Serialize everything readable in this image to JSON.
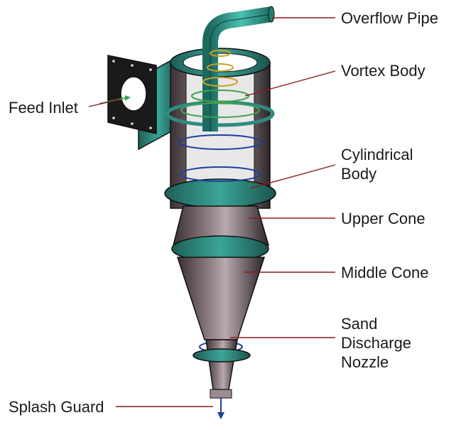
{
  "labels": {
    "overflow_pipe": "Overflow Pipe",
    "vortex_body": "Vortex Body",
    "feed_inlet": "Feed Inlet",
    "cylindrical_body": [
      "Cylindrical",
      "Body"
    ],
    "upper_cone": "Upper Cone",
    "middle_cone": "Middle Cone",
    "sand_discharge_nozzle": [
      "Sand",
      "Discharge",
      "Nozzle"
    ],
    "splash_guard": "Splash Guard"
  },
  "colors": {
    "leader": "#8b1a1a",
    "body_metal": "#6b5a60",
    "flange_teal": "#2e8b80",
    "helix_gold": "#c9a227",
    "helix_green": "#3fa34d",
    "helix_blue": "#1f3f9c",
    "flow_arrow": "#1f3f9c"
  }
}
